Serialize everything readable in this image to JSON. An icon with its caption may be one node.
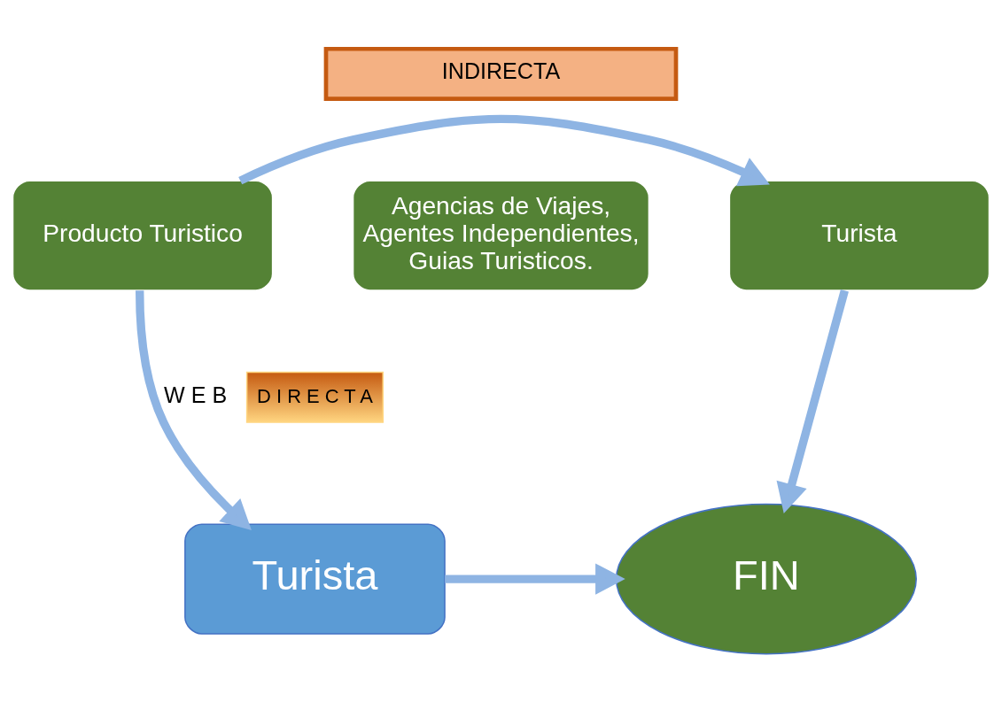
{
  "diagram": {
    "nodes": [
      {
        "text": [
          "Producto Turistico"
        ]
      },
      {
        "text": [
          "Agencias de Viajes, Agentes Independientes, Guias Turisticos."
        ]
      },
      {
        "text": [
          "Turista"
        ]
      },
      {
        "text": [
          "Turista"
        ]
      },
      {
        "text": [
          "FIN"
        ]
      },
      {
        "text": [
          "INDIRECTA"
        ]
      },
      {
        "text": [
          "D I R E C T A"
        ]
      }
    ],
    "edges": [
      {
        "from": 0,
        "to": 2,
        "arrow": "to"
      },
      {
        "from": 0,
        "to": 3,
        "arrow": "to",
        "label": "W E B"
      },
      {
        "from": 2,
        "to": 4,
        "arrow": "to"
      },
      {
        "from": 3,
        "to": 4,
        "arrow": "to"
      }
    ]
  }
}
